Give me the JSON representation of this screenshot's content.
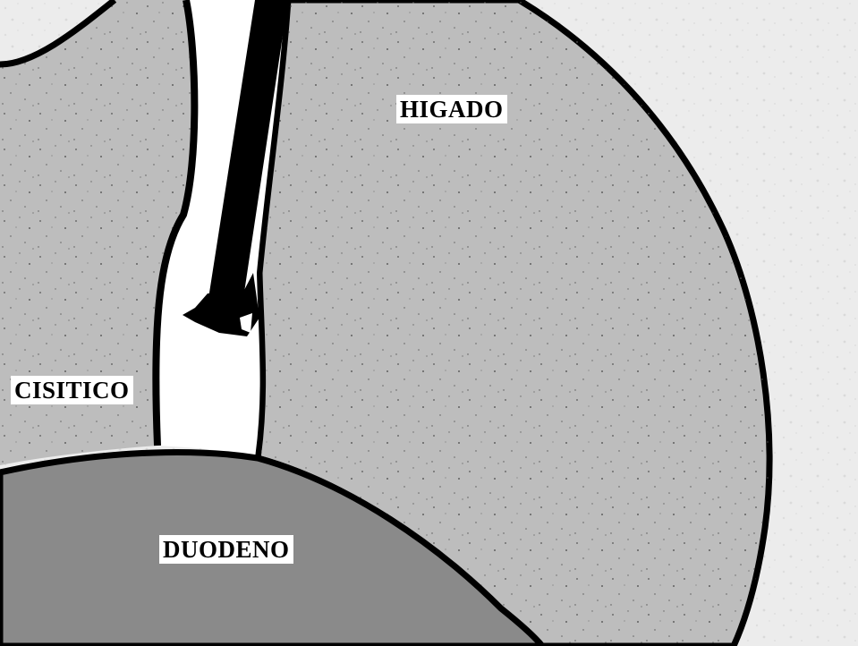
{
  "labels": {
    "liver": "HIGADO",
    "cystic": "CISITICO",
    "duodenum": "DUODENO"
  },
  "colors": {
    "background": "#ececec",
    "liver_fill": "#bdbdbd",
    "duodenum_fill": "#8a8a8a",
    "duct_fill": "#ffffff",
    "instrument": "#000000",
    "outline": "#000000"
  }
}
